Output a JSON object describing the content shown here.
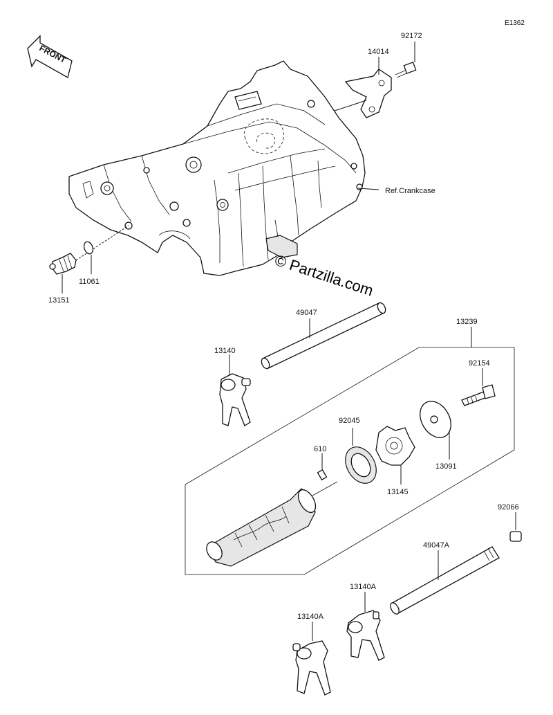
{
  "diagram_code": "E1362",
  "front_label": "FRONT",
  "ref_label": "Ref.Crankcase",
  "watermark": "© Partzilla.com",
  "parts": {
    "p92172": "92172",
    "p14014": "14014",
    "p13151": "13151",
    "p11061": "11061",
    "p49047": "49047",
    "p13239": "13239",
    "p13140": "13140",
    "p92154": "92154",
    "p92045": "92045",
    "p610": "610",
    "p13091": "13091",
    "p13145": "13145",
    "p92066": "92066",
    "p49047A": "49047A",
    "p13140A_right": "13140A",
    "p13140A_left": "13140A"
  }
}
